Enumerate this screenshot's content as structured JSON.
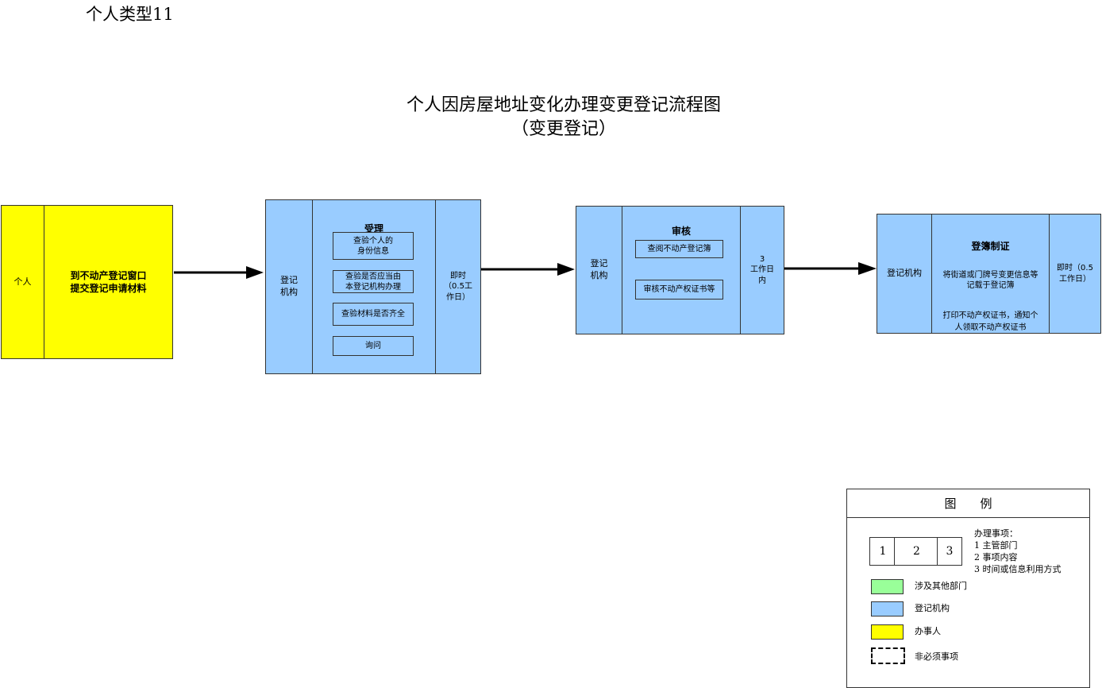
{
  "doc_label": "个人类型11",
  "title": "个人因房屋地址变化办理变更登记流程图",
  "subtitle": "（变更登记）",
  "steps": [
    {
      "dept": "个人",
      "content": "到不动产登记窗口\n提交登记申请材料"
    },
    {
      "dept": "登记\n机构",
      "heading": "受理",
      "tasks": [
        "查验个人的\n身份信息",
        "查验是否应当由\n本登记机构办理",
        "查验材料是否齐全",
        "询问"
      ],
      "time": "即时\n（0.5工\n作日）"
    },
    {
      "dept": "登记\n机构",
      "heading": "审核",
      "tasks": [
        "查阅不动产登记簿",
        "审核不动产权证书等"
      ],
      "time": "3\n工作日\n内"
    },
    {
      "dept": "登记机构",
      "heading": "登簿制证",
      "lines": [
        "将街道或门牌号变更信息等\n记载于登记簿",
        "打印不动产权证书，通知个\n人领取不动产权证书"
      ],
      "time": "即时（0.5\n工作日）"
    }
  ],
  "legend": {
    "title": "图　　例",
    "cells": [
      "1",
      "2",
      "3"
    ],
    "note": "办理事项：\n1 主管部门\n2 事项内容\n3 时间或信息利用方式",
    "items": [
      {
        "label": "涉及其他部门",
        "color": "#99ff99"
      },
      {
        "label": "登记机构",
        "color": "#99ccff"
      },
      {
        "label": "办事人",
        "color": "#ffff00"
      },
      {
        "label": "非必须事项"
      }
    ]
  }
}
